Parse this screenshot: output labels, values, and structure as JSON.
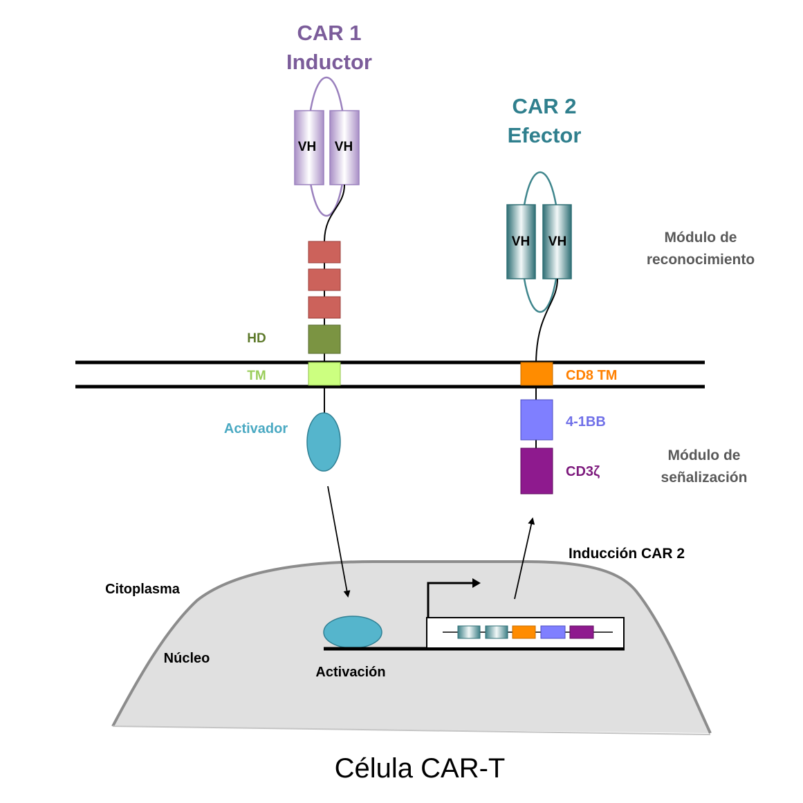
{
  "car1": {
    "title_line1": "CAR 1",
    "title_line2": "Inductor",
    "vh_left": "VH",
    "vh_right": "VH",
    "hd_label": "HD",
    "tm_label": "TM",
    "activator_label": "Activador"
  },
  "car2": {
    "title_line1": "CAR 2",
    "title_line2": "Efector",
    "vh_left": "VH",
    "vh_right": "VH",
    "cd8tm_label": "CD8 TM",
    "bb_label": "4-1BB",
    "cd3_label": "CD3ζ"
  },
  "modules": {
    "recognition_line1": "Módulo de",
    "recognition_line2": "reconocimiento",
    "signaling_line1": "Módulo de",
    "signaling_line2": "señalización"
  },
  "cell": {
    "cytoplasm": "Citoplasma",
    "nucleus": "Núcleo",
    "activation": "Activación",
    "induction": "Inducción CAR 2",
    "caption": "Célula CAR-T"
  },
  "colors": {
    "car1_title": "#7b5c9a",
    "car2_title": "#2f7f8d",
    "hinge": "#cc625b",
    "hd": "#7b9442",
    "tm": "#ccff80",
    "activator": "#55b5cc",
    "cd8tm": "#ff8c00",
    "bb": "#7f7fff",
    "cd3": "#8e1a8e",
    "module_text": "#595959",
    "cell_fill": "#e0e0e0",
    "cell_stroke": "#8c8c8c"
  }
}
